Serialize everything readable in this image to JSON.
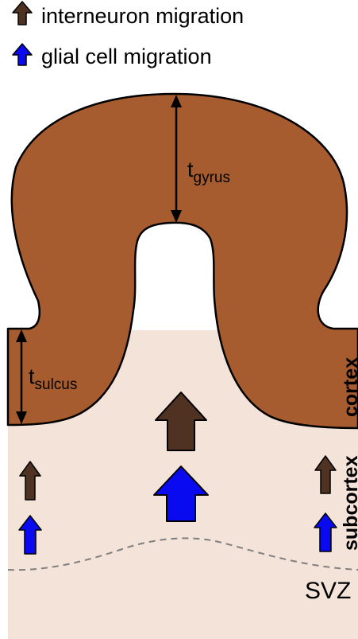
{
  "legend": {
    "items": [
      {
        "label": "interneuron migration",
        "icon": "brown-up-arrow-icon",
        "color": "#4f3222"
      },
      {
        "label": "glial cell migration",
        "icon": "blue-up-arrow-icon",
        "color": "#0a0af0"
      }
    ]
  },
  "labels": {
    "t_gyrus": {
      "base": "t",
      "sub": "gyrus"
    },
    "t_sulcus": {
      "base": "t",
      "sub": "sulcus"
    },
    "cortex": "cortex",
    "subcortex": "subcortex",
    "svz": "SVZ"
  },
  "colors": {
    "cortex": "#a65c2e",
    "subcortex": "#f3e3d8",
    "interneuron_arrow": "#4f3222",
    "glial_arrow": "#0a0af0",
    "svz_boundary": "#808080"
  }
}
